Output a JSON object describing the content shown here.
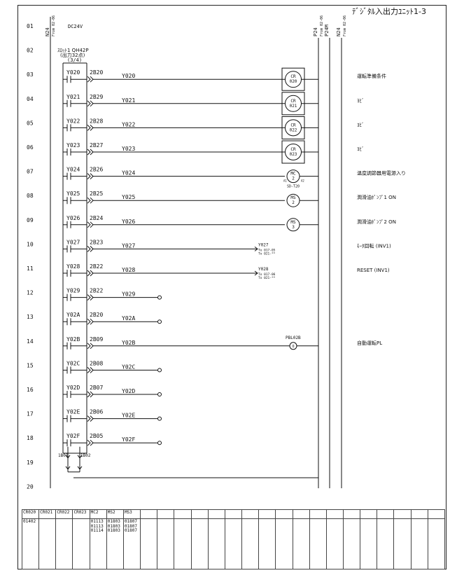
{
  "sheet": {
    "title": "ﾃﾞｼﾞﾀﾙ入出力ﾕﾆｯﾄ1-3"
  },
  "header": {
    "left_rail": {
      "label": "N24",
      "ref": "From 02-06"
    },
    "dc_label": "DC24V",
    "module": {
      "line1": "ｽﾛｯﾄ1 QH42P",
      "line2": "(出力32点)",
      "line3": "(3/4)"
    },
    "right_rails": [
      {
        "label": "P24",
        "ref": "From 02-06"
      },
      {
        "label": "P24M",
        "ref": ""
      },
      {
        "label": "N24",
        "ref": "From 02-06"
      }
    ]
  },
  "rows": [
    {
      "num": "01"
    },
    {
      "num": "02"
    },
    {
      "num": "03",
      "contact": "Y020",
      "terminal": "2B20",
      "wire": "Y020",
      "load": {
        "type": "relay",
        "lines": [
          "CR",
          "020"
        ]
      },
      "desc": "運転準備条件"
    },
    {
      "num": "04",
      "contact": "Y021",
      "terminal": "2B29",
      "wire": "Y021",
      "load": {
        "type": "relay",
        "lines": [
          "CR",
          "021"
        ]
      },
      "desc": "ﾖﾋﾞ"
    },
    {
      "num": "05",
      "contact": "Y022",
      "terminal": "2B28",
      "wire": "Y022",
      "load": {
        "type": "relay",
        "lines": [
          "CR",
          "022"
        ]
      },
      "desc": "ﾖﾋﾞ"
    },
    {
      "num": "06",
      "contact": "Y023",
      "terminal": "2B27",
      "wire": "Y023",
      "load": {
        "type": "relay",
        "lines": [
          "CR",
          "023"
        ]
      },
      "desc": "ﾖﾋﾞ"
    },
    {
      "num": "07",
      "contact": "Y024",
      "terminal": "2B26",
      "wire": "Y024",
      "load": {
        "type": "contactor",
        "lines": [
          "MC",
          "2"
        ],
        "a1": "A1",
        "a2": "A2",
        "part": "SD-T20"
      },
      "desc": "温度調節器用電源入り"
    },
    {
      "num": "08",
      "contact": "Y025",
      "terminal": "2B25",
      "wire": "Y025",
      "load": {
        "type": "contactor",
        "lines": [
          "MS",
          "2"
        ]
      },
      "desc": "潤滑油ﾎﾟﾝﾌﾟ1 ON"
    },
    {
      "num": "09",
      "contact": "Y026",
      "terminal": "2B24",
      "wire": "Y026",
      "load": {
        "type": "contactor",
        "lines": [
          "MS",
          "3"
        ]
      },
      "desc": "潤滑油ﾎﾟﾝﾌﾟ2 ON"
    },
    {
      "num": "10",
      "contact": "Y027",
      "terminal": "2B23",
      "wire": "Y027",
      "load": {
        "type": "arrow",
        "label": "Y027",
        "ref1": "To 017-05",
        "ref2": "To 021-**"
      },
      "desc": "ﾓｰﾀ回転  (INV1)"
    },
    {
      "num": "11",
      "contact": "Y028",
      "terminal": "2B22",
      "wire": "Y028",
      "load": {
        "type": "arrow",
        "label": "Y028",
        "ref1": "To 017-06",
        "ref2": "To 021-**"
      },
      "desc": "RESET  (INV1)"
    },
    {
      "num": "12",
      "contact": "Y029",
      "terminal": "2B22",
      "wire": "Y029",
      "load": {
        "type": "open"
      },
      "desc": ""
    },
    {
      "num": "13",
      "contact": "Y02A",
      "terminal": "2B20",
      "wire": "Y02A",
      "load": {
        "type": "open"
      },
      "desc": ""
    },
    {
      "num": "14",
      "contact": "Y02B",
      "terminal": "2B09",
      "wire": "Y02B",
      "load": {
        "type": "lamp",
        "label": "PBL02B",
        "lines": [
          "O"
        ]
      },
      "desc": "自動運転PL"
    },
    {
      "num": "15",
      "contact": "Y02C",
      "terminal": "2B08",
      "wire": "Y02C",
      "load": {
        "type": "open"
      },
      "desc": ""
    },
    {
      "num": "16",
      "contact": "Y02D",
      "terminal": "2B07",
      "wire": "Y02D",
      "load": {
        "type": "open"
      },
      "desc": ""
    },
    {
      "num": "17",
      "contact": "Y02E",
      "terminal": "2B06",
      "wire": "Y02E",
      "load": {
        "type": "open"
      },
      "desc": ""
    },
    {
      "num": "18",
      "contact": "Y02F",
      "terminal": "2B05",
      "wire": "Y02F",
      "load": {
        "type": "open"
      },
      "desc": ""
    },
    {
      "num": "19",
      "commons": [
        "1B01",
        "1B02"
      ]
    },
    {
      "num": "20"
    }
  ],
  "xref_table": {
    "headers": [
      "CR020",
      "CR021",
      "CR022",
      "CR023",
      "MC2",
      "MS2",
      "MS3",
      "",
      "",
      "",
      "",
      "",
      "",
      "",
      "",
      "",
      "",
      "",
      "",
      "",
      "",
      "",
      "",
      "",
      ""
    ],
    "cells": [
      "01402",
      "",
      "",
      "",
      "01113\n01113\n01114",
      "01803\n01803\n01803",
      "01807\n01807\n01807",
      "",
      "",
      "",
      "",
      "",
      "",
      "",
      "",
      "",
      "",
      "",
      "",
      "",
      "",
      "",
      "",
      "",
      ""
    ]
  }
}
